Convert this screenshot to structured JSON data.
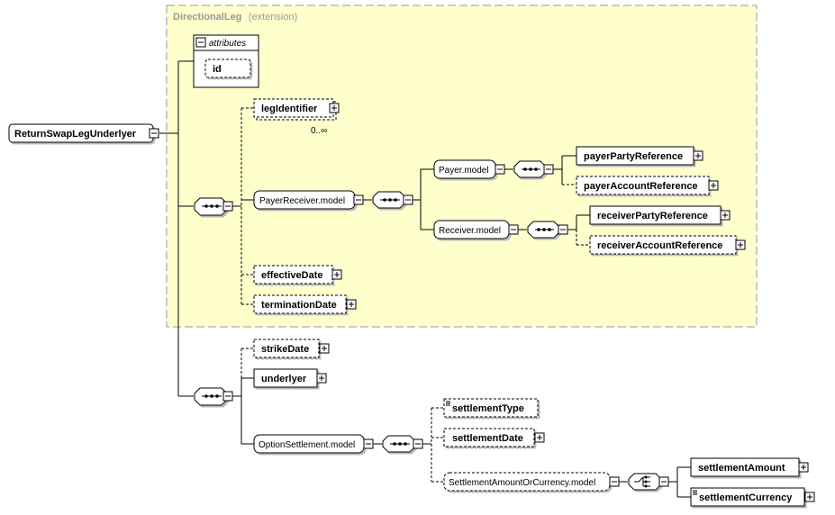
{
  "root": {
    "label": "ReturnSwapLegUnderlyer"
  },
  "extension": {
    "base_type": "DirectionalLeg",
    "suffix": "(extension)"
  },
  "attributes": {
    "title": "attributes",
    "items": [
      "id"
    ]
  },
  "elements": {
    "leg_identifier": "legIdentifier",
    "leg_identifier_occurs": "0..∞",
    "payer_receiver_model": "PayerReceiver.model",
    "payer_model": "Payer.model",
    "payer_party_reference": "payerPartyReference",
    "payer_account_reference": "payerAccountReference",
    "receiver_model": "Receiver.model",
    "receiver_party_reference": "receiverPartyReference",
    "receiver_account_reference": "receiverAccountReference",
    "effective_date": "effectiveDate",
    "termination_date": "terminationDate",
    "strike_date": "strikeDate",
    "underlyer": "underlyer",
    "option_settlement_model": "OptionSettlement.model",
    "settlement_type": "settlementType",
    "settlement_date": "settlementDate",
    "settlement_amount_or_currency_model": "SettlementAmountOrCurrency.model",
    "settlement_amount": "settlementAmount",
    "settlement_currency": "settlementCurrency"
  },
  "colors": {
    "extension_fill": "#ffffcc",
    "extension_border": "#999999",
    "shadow": "#bbbbbb"
  }
}
